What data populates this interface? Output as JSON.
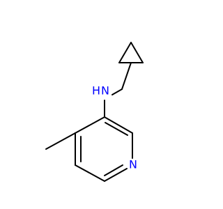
{
  "molecule": {
    "atoms": {
      "amine_nitrogen": {
        "label": "N",
        "hydrogen": "H",
        "color": "#0000ff"
      },
      "ring_nitrogen": {
        "label": "N",
        "color": "#0000ff"
      }
    },
    "bond_color": "#000000"
  }
}
